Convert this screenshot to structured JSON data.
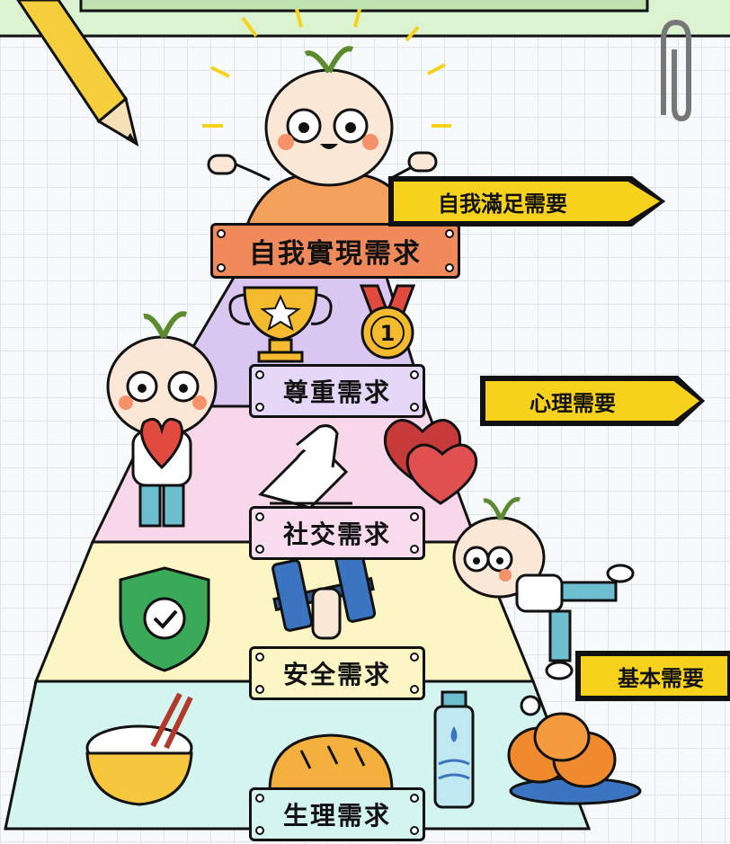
{
  "pyramid": {
    "levels": [
      {
        "label": "自我實現需求"
      },
      {
        "label": "尊重需求"
      },
      {
        "label": "社交需求"
      },
      {
        "label": "安全需求"
      },
      {
        "label": "生理需求"
      }
    ]
  },
  "categories": [
    {
      "label": "自我滿足需要"
    },
    {
      "label": "心理需要"
    },
    {
      "label": "基本需要"
    }
  ],
  "medal": {
    "number": "1"
  },
  "colors": {
    "esteem": "#d9c7f2",
    "social": "#f8d7ea",
    "safety": "#fbf6c4",
    "physiological": "#d4f4ef",
    "self_actualization": "#f4a05d",
    "arrow": "#f7d21c"
  }
}
